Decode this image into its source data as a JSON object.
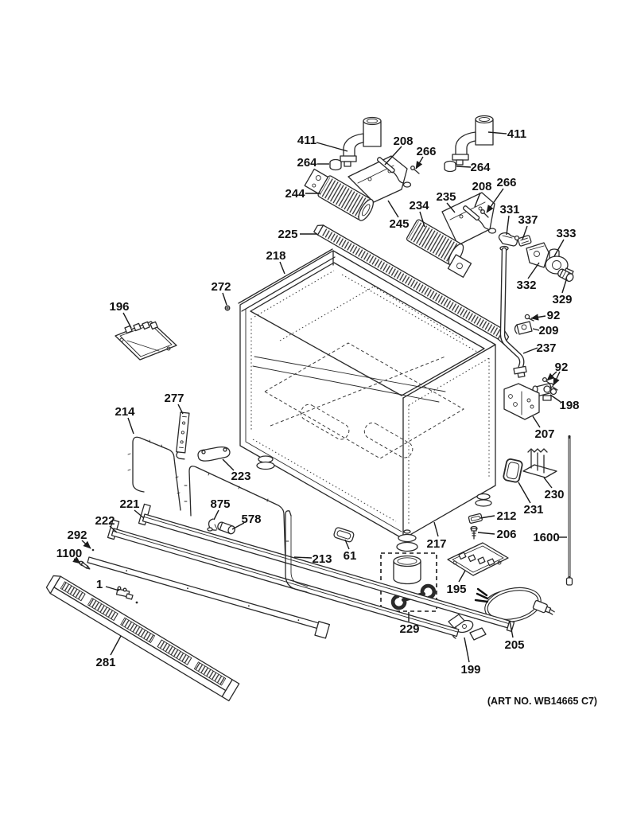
{
  "colors": {
    "line": "#2a2a2a",
    "label_text": "#111111",
    "background": "#ffffff"
  },
  "footer": {
    "art_no": "(ART NO. WB14665 C7)"
  },
  "labels": [
    {
      "id": "411-left",
      "num": "411"
    },
    {
      "id": "208-left",
      "num": "208"
    },
    {
      "id": "266-left",
      "num": "266"
    },
    {
      "id": "264-left",
      "num": "264"
    },
    {
      "id": "411-right",
      "num": "411"
    },
    {
      "id": "264-right",
      "num": "264"
    },
    {
      "id": "244",
      "num": "244"
    },
    {
      "id": "245",
      "num": "245"
    },
    {
      "id": "234",
      "num": "234"
    },
    {
      "id": "235",
      "num": "235"
    },
    {
      "id": "208-right",
      "num": "208"
    },
    {
      "id": "266-right",
      "num": "266"
    },
    {
      "id": "331",
      "num": "331"
    },
    {
      "id": "337",
      "num": "337"
    },
    {
      "id": "333",
      "num": "333"
    },
    {
      "id": "332",
      "num": "332"
    },
    {
      "id": "329",
      "num": "329"
    },
    {
      "id": "92-upper",
      "num": "92"
    },
    {
      "id": "209",
      "num": "209"
    },
    {
      "id": "237",
      "num": "237"
    },
    {
      "id": "92-lower",
      "num": "92"
    },
    {
      "id": "198",
      "num": "198"
    },
    {
      "id": "207",
      "num": "207"
    },
    {
      "id": "230",
      "num": "230"
    },
    {
      "id": "231",
      "num": "231"
    },
    {
      "id": "1600",
      "num": "1600"
    },
    {
      "id": "212",
      "num": "212"
    },
    {
      "id": "206",
      "num": "206"
    },
    {
      "id": "195",
      "num": "195"
    },
    {
      "id": "217",
      "num": "217"
    },
    {
      "id": "213",
      "num": "213"
    },
    {
      "id": "61",
      "num": "61"
    },
    {
      "id": "229",
      "num": "229"
    },
    {
      "id": "199",
      "num": "199"
    },
    {
      "id": "205",
      "num": "205"
    },
    {
      "id": "196",
      "num": "196"
    },
    {
      "id": "272",
      "num": "272"
    },
    {
      "id": "225",
      "num": "225"
    },
    {
      "id": "218",
      "num": "218"
    },
    {
      "id": "214",
      "num": "214"
    },
    {
      "id": "277",
      "num": "277"
    },
    {
      "id": "223",
      "num": "223"
    },
    {
      "id": "221",
      "num": "221"
    },
    {
      "id": "222",
      "num": "222"
    },
    {
      "id": "292",
      "num": "292"
    },
    {
      "id": "1100",
      "num": "1100"
    },
    {
      "id": "875",
      "num": "875"
    },
    {
      "id": "578",
      "num": "578"
    },
    {
      "id": "1",
      "num": "1"
    },
    {
      "id": "281",
      "num": "281"
    }
  ]
}
